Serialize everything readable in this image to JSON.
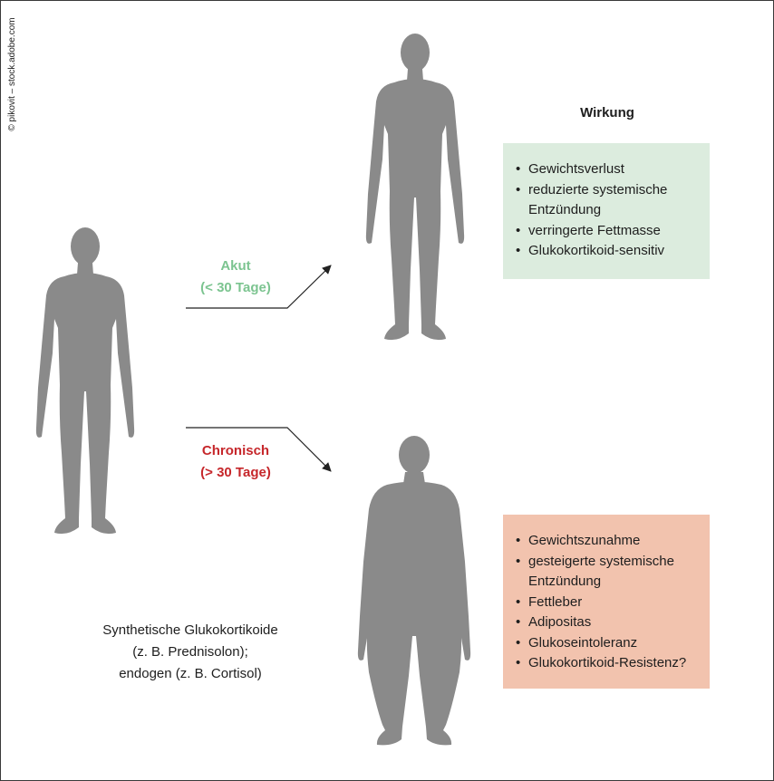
{
  "credit": "© pikovit – stock.adobe.com",
  "effects_heading": "Wirkung",
  "acute": {
    "label": "Akut",
    "duration": "(< 30 Tage)",
    "effects": [
      "Gewichtsverlust",
      "reduzierte systemische Entzündung",
      "verringerte Fettmasse",
      "Glukokortikoid-sensitiv"
    ]
  },
  "chronic": {
    "label": "Chronisch",
    "duration": "(> 30 Tage)",
    "effects": [
      "Gewichtszunahme",
      "gesteigerte systemische Entzündung",
      "Fettleber",
      "Adipositas",
      "Glukoseintoleranz",
      "Glukokortikoid-Resistenz?"
    ]
  },
  "footnote": {
    "line1": "Synthetische Glukokortikoide",
    "line2": "(z. B. Prednisolon);",
    "line3": "endogen (z. B. Cortisol)"
  },
  "colors": {
    "silhouette": "#8a8a8a",
    "acute_accent": "#7cc490",
    "chronic_accent": "#c6272b",
    "acute_box": "#dcecde",
    "chronic_box": "#f2c3ae",
    "arrow": "#222222"
  },
  "icons": [
    "human-figure-icon",
    "human-figure-icon",
    "obese-human-figure-icon"
  ]
}
